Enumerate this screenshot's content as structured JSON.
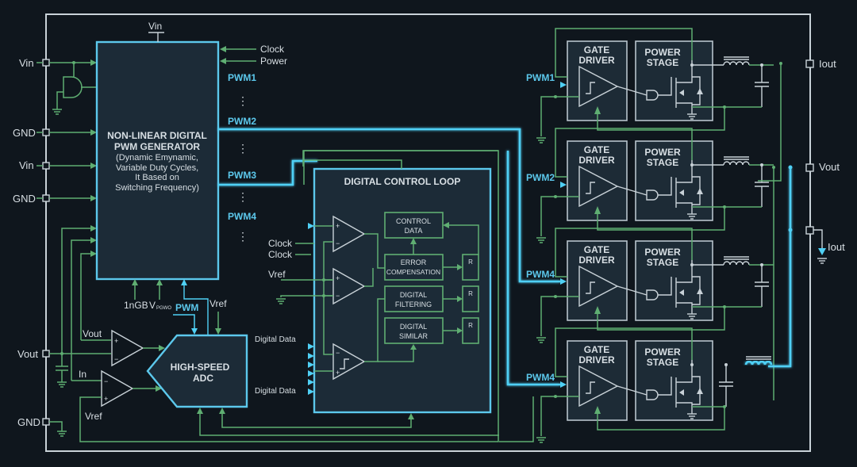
{
  "pins_left": [
    {
      "label": "Vin"
    },
    {
      "label": "GND"
    },
    {
      "label": "Vin"
    },
    {
      "label": "GND"
    },
    {
      "label": "Vout"
    },
    {
      "label": "GND"
    }
  ],
  "pins_right": [
    {
      "label": "Iout"
    },
    {
      "label": "Vout"
    },
    {
      "label": "Iout"
    }
  ],
  "pwm_generator": {
    "title_lines": [
      "NON-LINEAR DIGITAL",
      "PWM GENERATOR"
    ],
    "desc_lines": [
      "(Dynamic Emynamic,",
      "Variable Duty Cycles,",
      "It Based on",
      "Switching Frequency)"
    ],
    "top_input": "Vin",
    "side_inputs": [
      "Clock",
      "Power"
    ],
    "outputs": [
      "PWM1",
      "PWM2",
      "PWM3",
      "PWM4"
    ],
    "bottom_inputs": [
      "1nGB",
      "V",
      "PWM",
      "Vref"
    ],
    "vpwr_subscript": "PGWO"
  },
  "control_loop": {
    "title": "DIGITAL CONTROL LOOP",
    "inputs": [
      "Clock",
      "Clock",
      "Vref"
    ],
    "blocks": [
      {
        "lines": [
          "CONTROL",
          "DATA"
        ]
      },
      {
        "lines": [
          "ERROR",
          "COMPENSATION"
        ]
      },
      {
        "lines": [
          "DIGITAL",
          "FILTERING"
        ]
      },
      {
        "lines": [
          "DIGITAL",
          "SIMILAR"
        ]
      }
    ],
    "registers": [
      "R",
      "R",
      "R"
    ]
  },
  "adc": {
    "title_lines": [
      "HIGH-SPEED",
      "ADC"
    ],
    "data_labels": [
      "Digital Data",
      "Digital Data"
    ],
    "amp_labels": [
      "Vout",
      "In",
      "Vref"
    ]
  },
  "phases": [
    {
      "pwm": "PWM1",
      "driver": [
        "GATE",
        "DRIVER"
      ],
      "stage": [
        "POWER",
        "STAGE"
      ]
    },
    {
      "pwm": "PWM2",
      "driver": [
        "GATE",
        "DRIVER"
      ],
      "stage": [
        "POWER",
        "STAGE"
      ]
    },
    {
      "pwm": "PWM4",
      "driver": [
        "GATE",
        "DRIVER"
      ],
      "stage": [
        "POWER",
        "STAGE"
      ]
    },
    {
      "pwm": "PWM4",
      "driver": [
        "GATE",
        "DRIVER"
      ],
      "stage": [
        "POWER",
        "STAGE"
      ]
    }
  ],
  "amp_signs": {
    "plus": "+",
    "minus": "−"
  },
  "dots": "⋮",
  "colors": {
    "background": "#0f161d",
    "bus": "#4fd0f5",
    "signal": "#5fae72",
    "wire": "#c9d2d8",
    "block_fill": "#1c2b37"
  }
}
